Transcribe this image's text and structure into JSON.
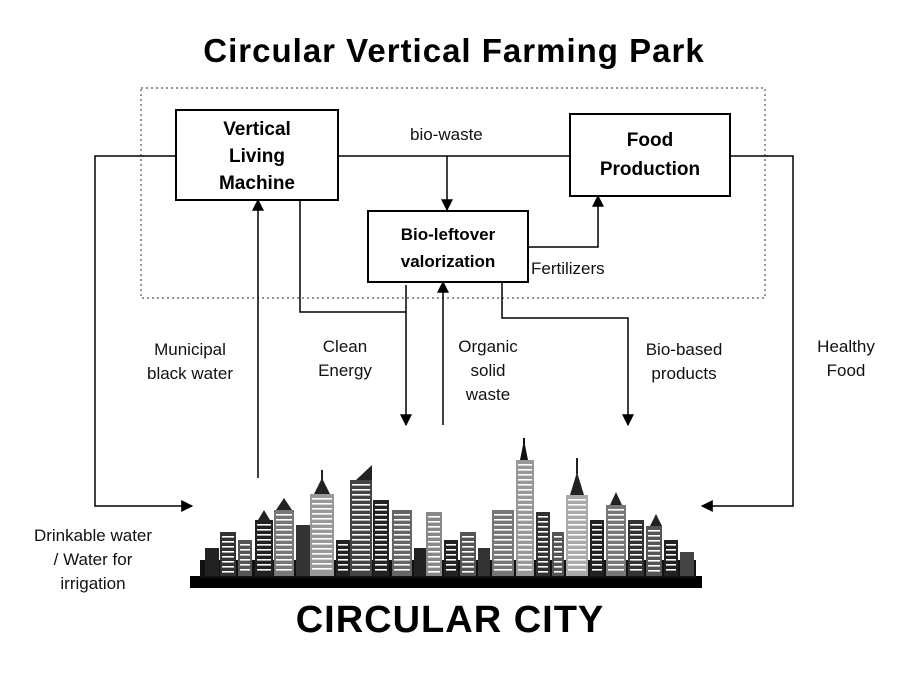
{
  "title": "Circular Vertical Farming Park",
  "city_title": "CIRCULAR CITY",
  "boxes": {
    "vlm": [
      "Vertical",
      "Living",
      "Machine"
    ],
    "food": [
      "Food",
      "Production"
    ],
    "bio": [
      "Bio-leftover",
      "valorization"
    ]
  },
  "labels": {
    "bio_waste": "bio-waste",
    "fertilizers": "Fertilizers",
    "municipal": [
      "Municipal",
      "black water"
    ],
    "clean_energy": [
      "Clean",
      "Energy"
    ],
    "organic_waste": [
      "Organic",
      "solid",
      "waste"
    ],
    "bio_based": [
      "Bio-based",
      "products"
    ],
    "healthy_food": [
      "Healthy",
      "Food"
    ],
    "drinkable_water": [
      "Drinkable water",
      "/ Water for",
      "irrigation"
    ]
  }
}
